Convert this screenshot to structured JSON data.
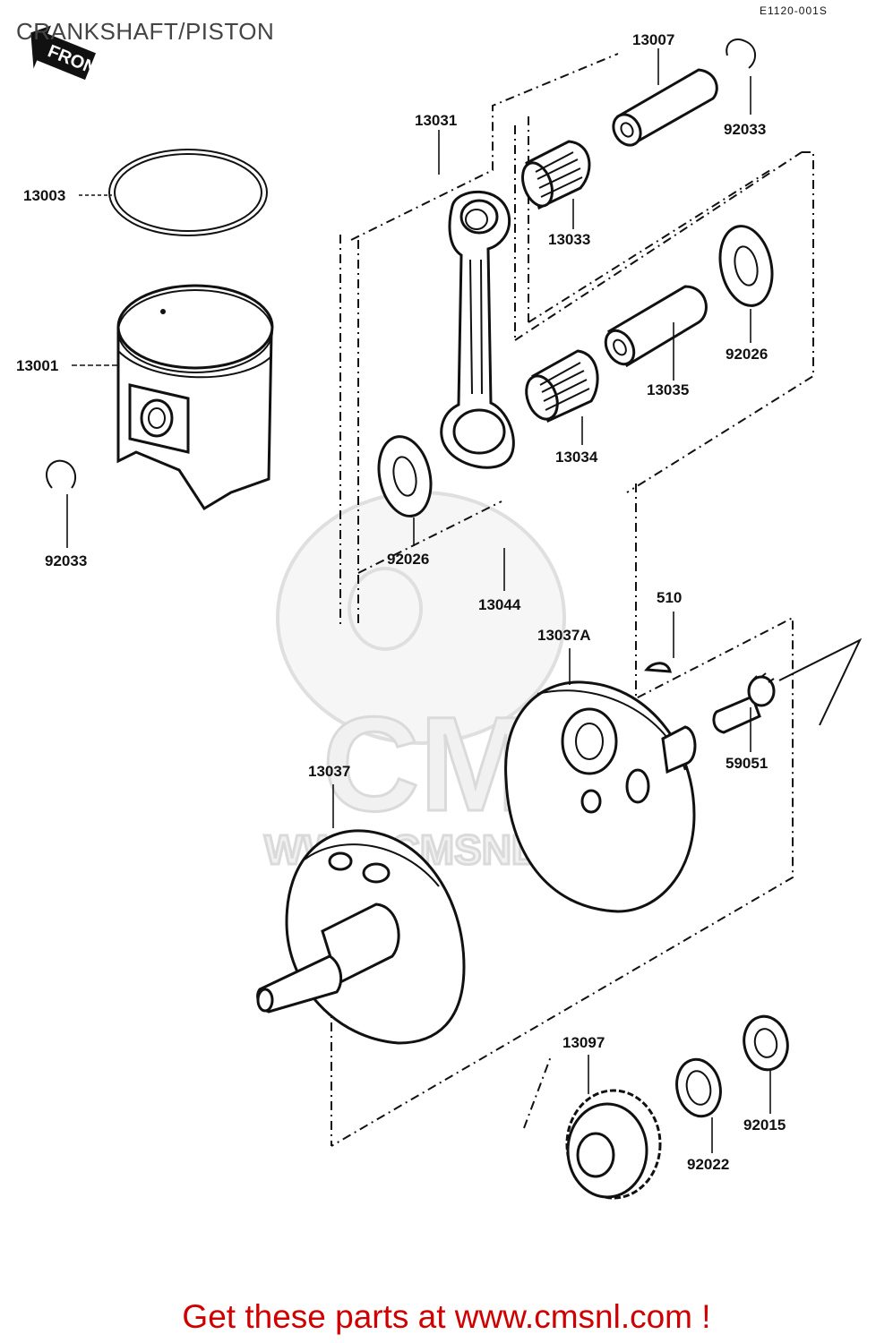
{
  "diagram": {
    "title": "CRANKSHAFT/PISTON",
    "drawing_code": "E1120-001S",
    "front_marker": "FRONT",
    "watermark": {
      "brand": "CMS",
      "url": "WWW.CMSNL.COM"
    },
    "parts": {
      "p13007": "13007",
      "p92033_top": "92033",
      "p13031": "13031",
      "p13003": "13003",
      "p13033": "13033",
      "p13001": "13001",
      "p92026_right": "92026",
      "p13035": "13035",
      "p13034": "13034",
      "p92033_left": "92033",
      "p92026_left": "92026",
      "p13044": "13044",
      "p510": "510",
      "p13037A": "13037A",
      "p59051": "59051",
      "p13037": "13037",
      "p13097": "13097",
      "p92015": "92015",
      "p92022": "92022"
    }
  },
  "footer": {
    "text": "Get these parts at www.cmsnl.com !"
  }
}
